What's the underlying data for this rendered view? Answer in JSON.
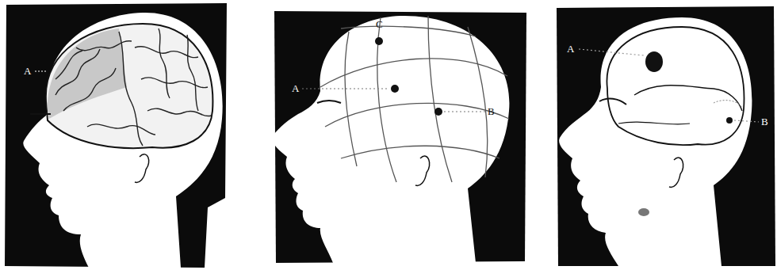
{
  "diagram": {
    "labels": [
      "A",
      "C",
      "A",
      "B",
      "A",
      "B"
    ]
  }
}
